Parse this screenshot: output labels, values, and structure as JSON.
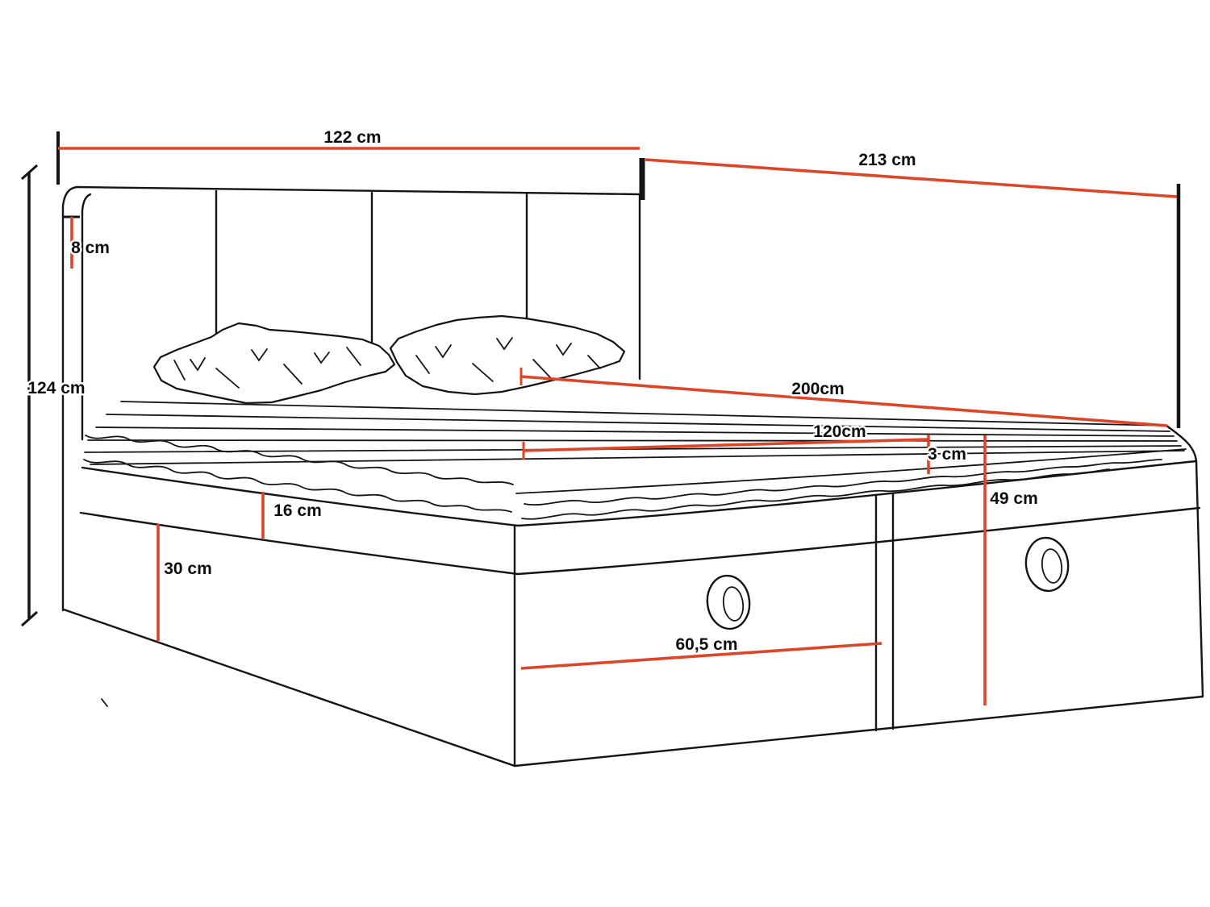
{
  "figure": {
    "type": "furniture-dimension-diagram",
    "subject": "upholstered continental bed with paneled headboard, two pillows, slatted mattress top and two foot-end storage drawers",
    "background": "#ffffff",
    "line_color": "#141414",
    "dimension_color": "#dc4527"
  },
  "dimensions": {
    "overall_width": "122 cm",
    "overall_length": "213 cm",
    "headboard_edge": "8 cm",
    "overall_height": "124 cm",
    "mattress_length": "200cm",
    "mattress_width": "120cm",
    "topper": "3 cm",
    "rim": "16 cm",
    "drawer_panel": "30 cm",
    "side_height": "49 cm",
    "drawer_width": "60,5 cm"
  }
}
